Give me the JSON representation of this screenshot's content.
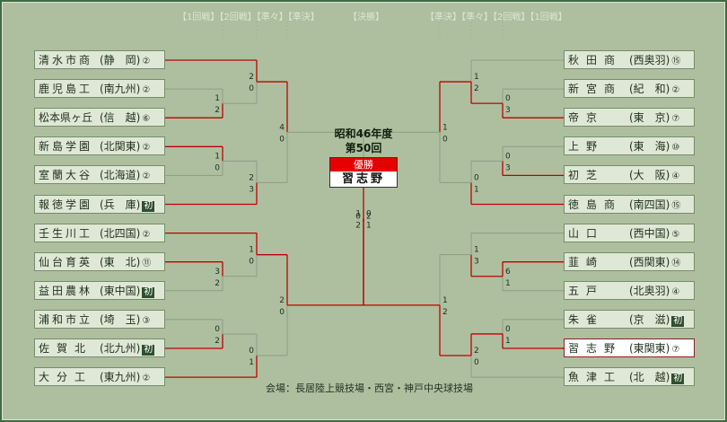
{
  "headers": {
    "left": [
      "【1回戦】",
      "【2回戦】",
      "【準々】",
      "【準決】"
    ],
    "final": "【決勝】",
    "right": [
      "【準決】",
      "【準々】",
      "【2回戦】",
      "【1回戦】"
    ]
  },
  "champion": {
    "era": "昭和46年度",
    "edition": "第50回",
    "label": "優勝",
    "name": "習志野"
  },
  "venue": "会場：長居陸上競技場・西宮・神戸中央球技場",
  "colors": {
    "background": "#3f6b42",
    "panel": "#aebfa0",
    "line": "#8c9c86",
    "win_line": "#c00000",
    "champion_bar": "#e60000"
  },
  "chart_data": {
    "type": "bracket",
    "title": "第50回",
    "left_teams": [
      {
        "name": "清水市商",
        "region": "(静　岡)",
        "result": "②"
      },
      {
        "name": "鹿児島工",
        "region": "(南九州)",
        "result": "②"
      },
      {
        "name": "松本県ヶ丘",
        "region": "(信　越)",
        "result": "⑥"
      },
      {
        "name": "新島学園",
        "region": "(北関東)",
        "result": "②"
      },
      {
        "name": "室蘭大谷",
        "region": "(北海道)",
        "result": "②"
      },
      {
        "name": "報徳学園",
        "region": "(兵　庫)",
        "result": "初"
      },
      {
        "name": "壬生川工",
        "region": "(北四国)",
        "result": "②"
      },
      {
        "name": "仙台育英",
        "region": "(東　北)",
        "result": "⑪"
      },
      {
        "name": "益田農林",
        "region": "(東中国)",
        "result": "初"
      },
      {
        "name": "浦和市立",
        "region": "(埼　玉)",
        "result": "③"
      },
      {
        "name": "佐賀北",
        "region": "(北九州)",
        "result": "初"
      },
      {
        "name": "大分工",
        "region": "(東九州)",
        "result": "②"
      }
    ],
    "right_teams": [
      {
        "name": "秋田商",
        "region": "(西奥羽)",
        "result": "⑮"
      },
      {
        "name": "新宮商",
        "region": "(紀　和)",
        "result": "②"
      },
      {
        "name": "帝京",
        "region": "(東　京)",
        "result": "⑦"
      },
      {
        "name": "上野",
        "region": "(東　海)",
        "result": "⑩"
      },
      {
        "name": "初芝",
        "region": "(大　阪)",
        "result": "④"
      },
      {
        "name": "徳島商",
        "region": "(南四国)",
        "result": "⑮"
      },
      {
        "name": "山口",
        "region": "(西中国)",
        "result": "⑤"
      },
      {
        "name": "韮崎",
        "region": "(西関東)",
        "result": "⑭"
      },
      {
        "name": "五戸",
        "region": "(北奥羽)",
        "result": "④"
      },
      {
        "name": "朱雀",
        "region": "(京　滋)",
        "result": "初"
      },
      {
        "name": "習志野",
        "region": "(東関東)",
        "result": "⑦"
      },
      {
        "name": "魚津工",
        "region": "(北　越)",
        "result": "初"
      }
    ],
    "matches": [
      {
        "side": "L",
        "round": 1,
        "teams": [
          1,
          2
        ],
        "scores": [
          1,
          2
        ],
        "winner": 2
      },
      {
        "side": "L",
        "round": 2,
        "teams": [
          0,
          2
        ],
        "scores": [
          2,
          0
        ],
        "winner": 0
      },
      {
        "side": "L",
        "round": 1,
        "teams": [
          3,
          4
        ],
        "scores": [
          1,
          0
        ],
        "winner": 3
      },
      {
        "side": "L",
        "round": 2,
        "teams": [
          3,
          5
        ],
        "scores": [
          2,
          3
        ],
        "winner": 5
      },
      {
        "side": "L",
        "round": 3,
        "teams": [
          0,
          5
        ],
        "scores": [
          4,
          0
        ],
        "winner": 0
      },
      {
        "side": "L",
        "round": 1,
        "teams": [
          7,
          8
        ],
        "scores": [
          3,
          2
        ],
        "winner": 7
      },
      {
        "side": "L",
        "round": 2,
        "teams": [
          6,
          7
        ],
        "scores": [
          1,
          0
        ],
        "winner": 6
      },
      {
        "side": "L",
        "round": 1,
        "teams": [
          9,
          10
        ],
        "scores": [
          0,
          2
        ],
        "winner": 10
      },
      {
        "side": "L",
        "round": 2,
        "teams": [
          10,
          11
        ],
        "scores": [
          0,
          1
        ],
        "winner": 11
      },
      {
        "side": "L",
        "round": 3,
        "teams": [
          6,
          11
        ],
        "scores": [
          2,
          0
        ],
        "winner": 6
      },
      {
        "side": "L",
        "round": 4,
        "teams": [
          0,
          6
        ],
        "scores": [
          1,
          2
        ],
        "winner": 6
      },
      {
        "side": "R",
        "round": 1,
        "teams": [
          1,
          2
        ],
        "scores": [
          0,
          3
        ],
        "winner": 2
      },
      {
        "side": "R",
        "round": 2,
        "teams": [
          0,
          2
        ],
        "scores": [
          1,
          2
        ],
        "winner": 2
      },
      {
        "side": "R",
        "round": 1,
        "teams": [
          3,
          4
        ],
        "scores": [
          0,
          3
        ],
        "winner": 4
      },
      {
        "side": "R",
        "round": 2,
        "teams": [
          4,
          5
        ],
        "scores": [
          0,
          1
        ],
        "winner": 5
      },
      {
        "side": "R",
        "round": 3,
        "teams": [
          2,
          5
        ],
        "scores": [
          1,
          0
        ],
        "winner": 2
      },
      {
        "side": "R",
        "round": 1,
        "teams": [
          7,
          8
        ],
        "scores": [
          6,
          1
        ],
        "winner": 7
      },
      {
        "side": "R",
        "round": 2,
        "teams": [
          6,
          7
        ],
        "scores": [
          1,
          3
        ],
        "winner": 7
      },
      {
        "side": "R",
        "round": 1,
        "teams": [
          9,
          10
        ],
        "scores": [
          0,
          1
        ],
        "winner": 10
      },
      {
        "side": "R",
        "round": 2,
        "teams": [
          10,
          11
        ],
        "scores": [
          2,
          0
        ],
        "winner": 10
      },
      {
        "side": "R",
        "round": 3,
        "teams": [
          7,
          10
        ],
        "scores": [
          1,
          2
        ],
        "winner": 10
      },
      {
        "side": "R",
        "round": 4,
        "teams": [
          2,
          10
        ],
        "scores": [
          0,
          1
        ],
        "winner": 10
      },
      {
        "side": "F",
        "round": 5,
        "teams": [
          "L6",
          "R10"
        ],
        "scores": [
          0,
          2
        ],
        "winner": "R10"
      }
    ]
  }
}
